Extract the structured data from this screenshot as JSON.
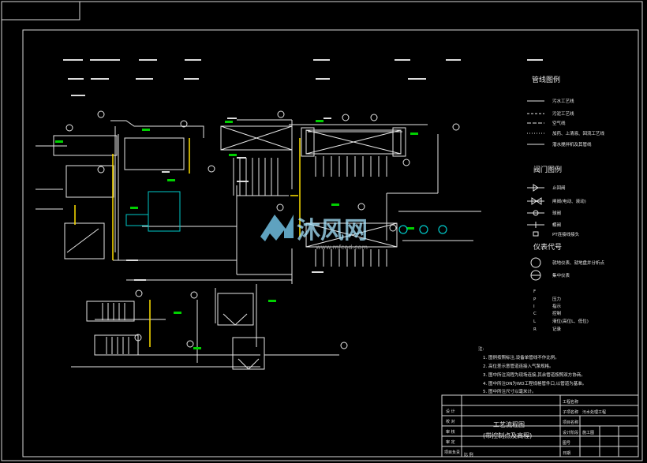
{
  "legend": {
    "pipe_title": "管线图例",
    "pipe_items": [
      "污水工艺线",
      "污泥工艺线",
      "空气线",
      "加药、上清液、回流工艺线",
      "潜水搅拌机及其管线"
    ],
    "valve_title": "阀门图例",
    "valve_items": [
      "止回阀",
      "闸阀(电动、液动)",
      "球阀",
      "蝶阀",
      "PT连接线接头"
    ],
    "instrument_title": "仪表代号",
    "instrument_items": [
      {
        "code": "",
        "label": "就地仪表、就地盘并分析点"
      },
      {
        "code": "",
        "label": "集中仪表"
      },
      {
        "code": "F",
        "label": ""
      },
      {
        "code": "P",
        "label": "压力"
      },
      {
        "code": "I",
        "label": "指示"
      },
      {
        "code": "C",
        "label": "控制"
      },
      {
        "code": "L",
        "label": "液位(高位L、低位)"
      },
      {
        "code": "R",
        "label": "记录"
      }
    ]
  },
  "notes": {
    "title": "注:",
    "items": [
      "1. 图例按照标注,设备单管线不作比例。",
      "2. 高位差示意管道连接入气泵规格。",
      "3. 图中所注流程为现场连接,其余管道按照双方协商。",
      "4. 图中所注DN为WD工程规格管件口,以管道为基准。",
      "5. 图中所注尺寸以毫米计。"
    ]
  },
  "title_block": {
    "drawing_title_line1": "工艺流程图",
    "drawing_title_line2": "(带控制点及高程)",
    "left_labels": [
      "设 计",
      "校 对",
      "审 核",
      "审 定",
      "项目负责",
      "比 例"
    ],
    "right_cells": [
      "工程名称",
      "子项名称",
      "项目名称",
      "设计阶段",
      "图号",
      "日期"
    ],
    "right_values": [
      "",
      "污水处理工程",
      "",
      "施工图",
      "",
      ""
    ]
  },
  "watermark": {
    "text": "沐风网",
    "url": "www.mfcad.com"
  },
  "colors": {
    "line": "#e6e6e6",
    "green": "#00d000",
    "yellow": "#ffe000",
    "cyan": "#00c8c8",
    "frame": "#d8d8d8"
  }
}
